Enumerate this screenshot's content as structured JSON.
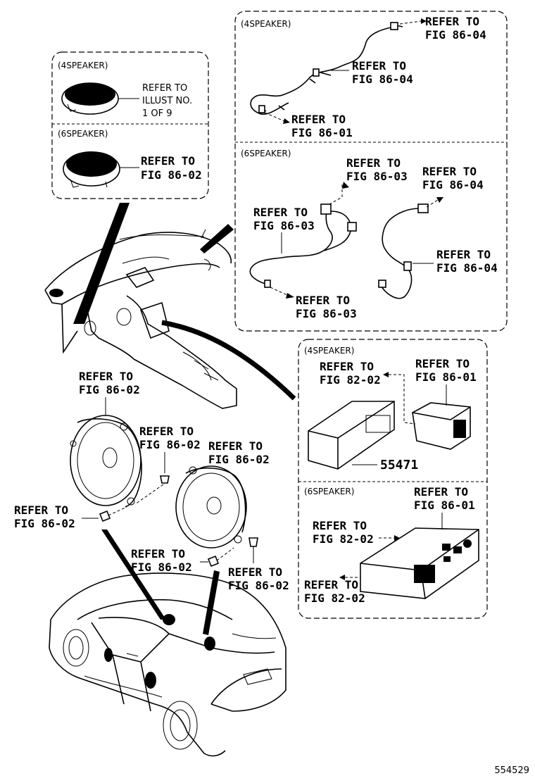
{
  "boxes": {
    "tweeter_4": "(4SPEAKER)",
    "tweeter_6": "(6SPEAKER)",
    "wire_4": "(4SPEAKER)",
    "wire_6": "(6SPEAKER)",
    "unit_4": "(4SPEAKER)",
    "unit_6": "(6SPEAKER)"
  },
  "labels": {
    "refer_to": "REFER TO",
    "illust_line1": "REFER TO",
    "illust_line2": "ILLUST NO.",
    "illust_line3": "1 OF 9",
    "fig_86_01": "FIG 86-01",
    "fig_86_02": "FIG 86-02",
    "fig_86_03": "FIG 86-03",
    "fig_86_04": "FIG 86-04",
    "fig_82_02": "FIG 82-02",
    "part_55471": "55471",
    "diagram_id": "554529"
  }
}
